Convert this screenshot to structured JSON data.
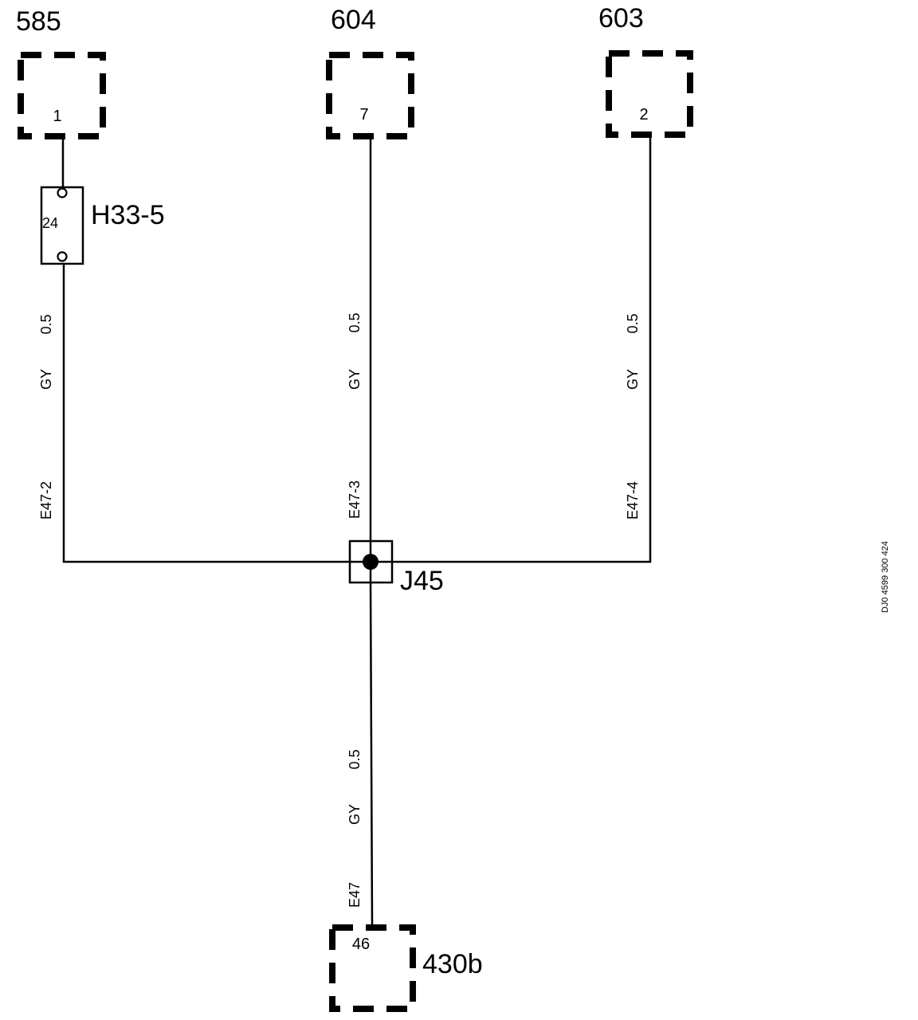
{
  "connectors": {
    "c585": {
      "name": "585",
      "pin": "1"
    },
    "c604": {
      "name": "604",
      "pin": "7"
    },
    "c603": {
      "name": "603",
      "pin": "2"
    },
    "c430b": {
      "name": "430b",
      "pin": "46"
    }
  },
  "splice": {
    "name": "H33-5",
    "pin": "24"
  },
  "junction": {
    "name": "J45"
  },
  "wires": {
    "w1": {
      "size": "0.5",
      "color": "GY",
      "id": "E47-2"
    },
    "w2": {
      "size": "0.5",
      "color": "GY",
      "id": "E47-3"
    },
    "w3": {
      "size": "0.5",
      "color": "GY",
      "id": "E47-4"
    },
    "w4": {
      "size": "0.5",
      "color": "GY",
      "id": "E47"
    }
  },
  "doc_ref": "DJ0 4599 300 424"
}
